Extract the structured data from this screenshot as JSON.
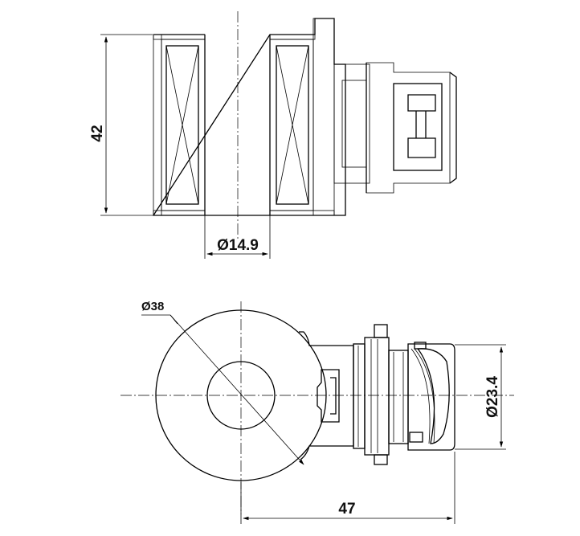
{
  "dimensions": {
    "height_side": "42",
    "bore_diameter": "Ø14.9",
    "outer_diameter": "Ø38",
    "connector_diameter": "Ø23.4",
    "length_front": "47"
  }
}
